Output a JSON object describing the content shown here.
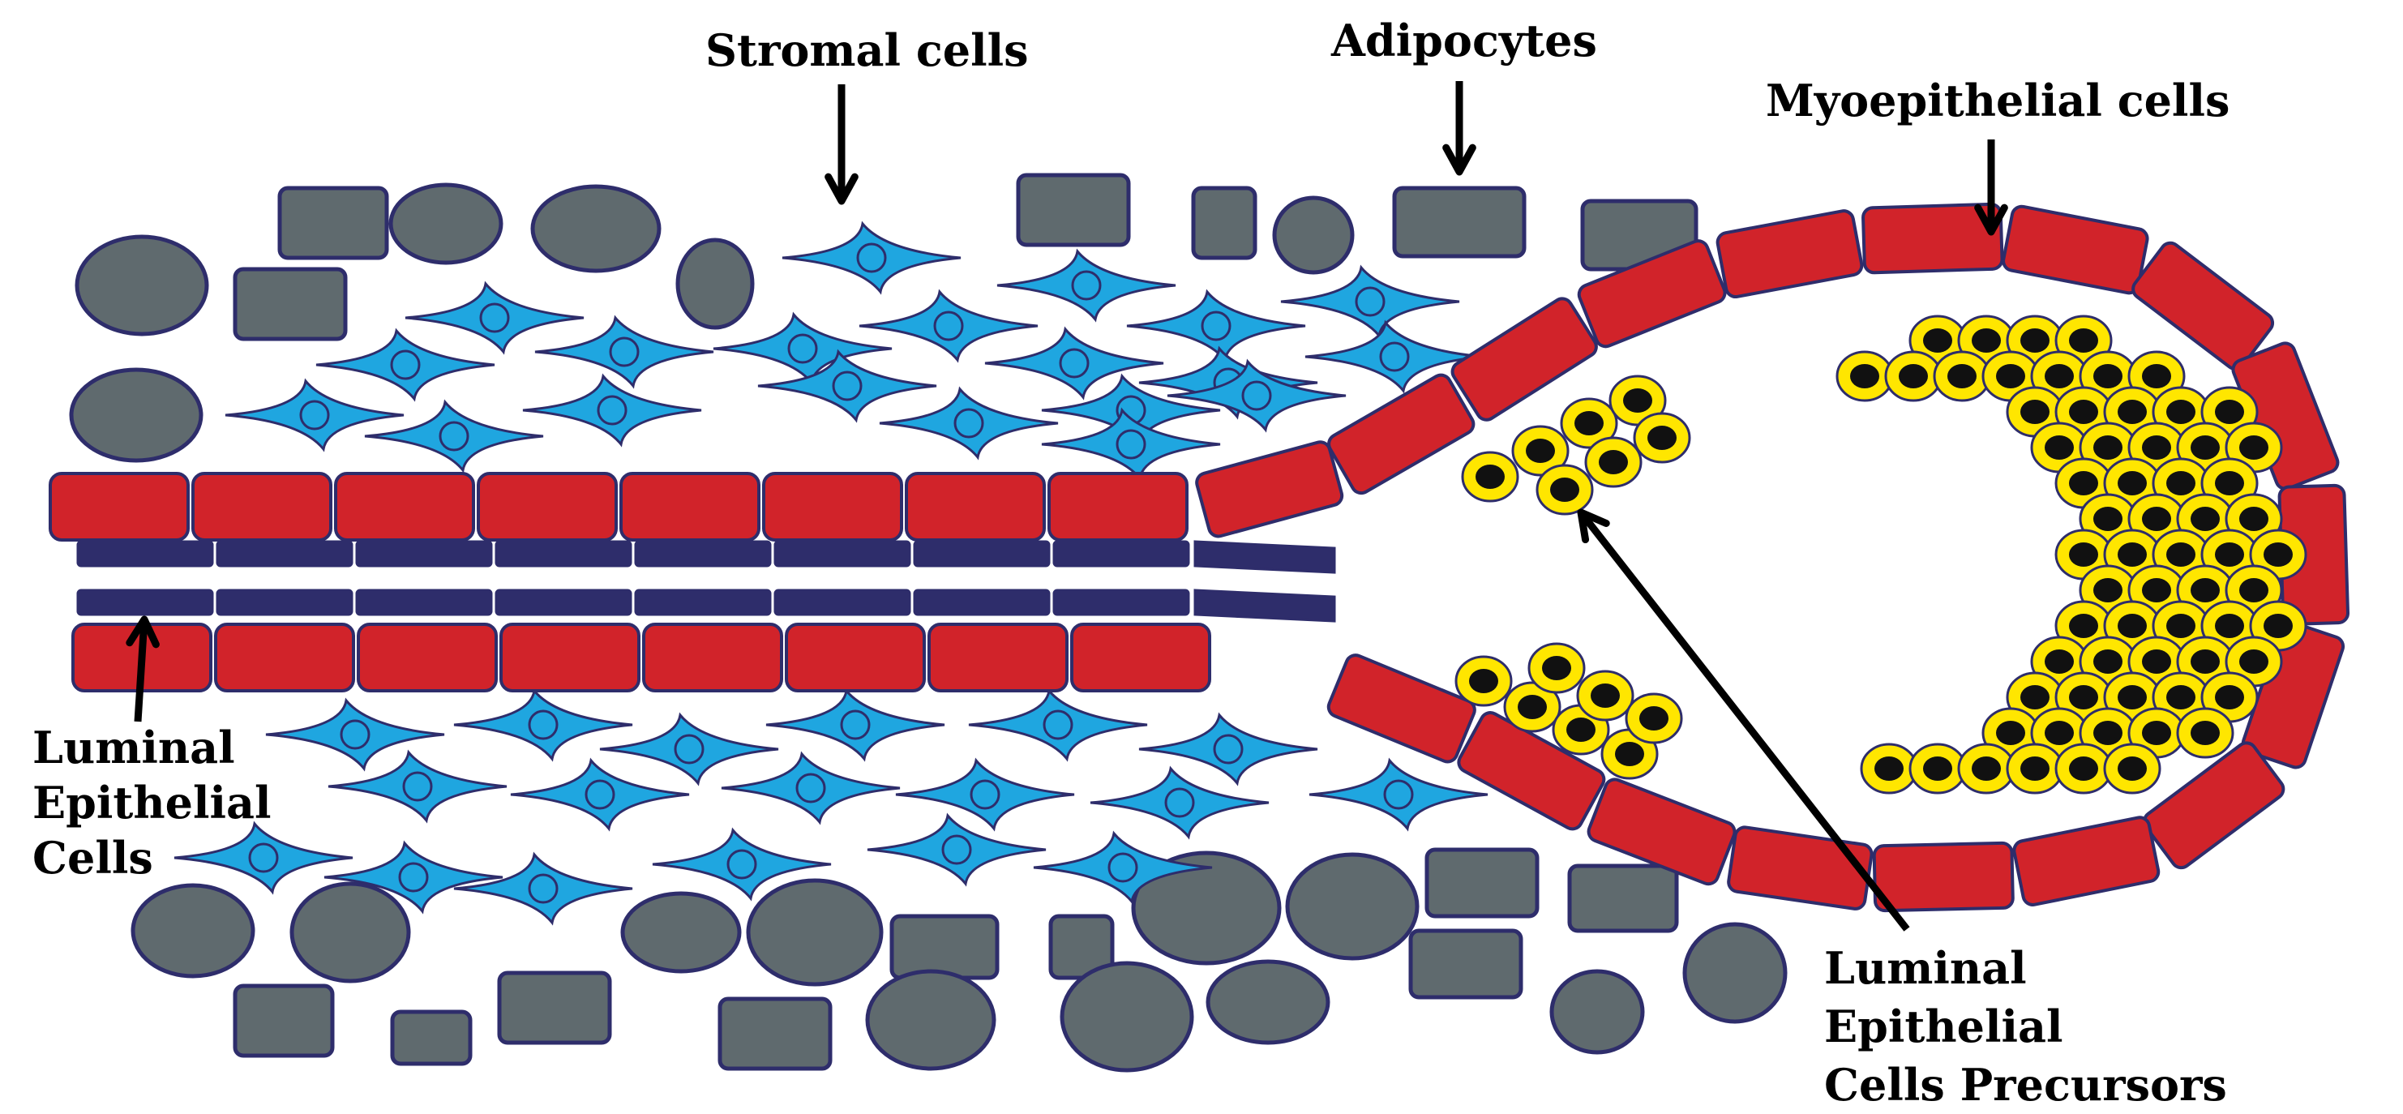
{
  "labels": {
    "stromal": "Stromal cells",
    "adipocytes": "Adipocytes",
    "myoepithelial": "Myoepithelial cells",
    "luminal": [
      "Luminal",
      "Epithelial",
      "Cells"
    ],
    "precursors": [
      "Luminal Epithelial",
      "Cells Precursors"
    ]
  },
  "colors": {
    "myoepithelial": "#d1232a",
    "luminal": "#2e2d6b",
    "stromal": "#1fa6e0",
    "adipocyte": "#5f6a6e",
    "precursor_fill": "#ffe600",
    "precursor_nucleus": "#111111",
    "outline": "#2e2d6b"
  }
}
